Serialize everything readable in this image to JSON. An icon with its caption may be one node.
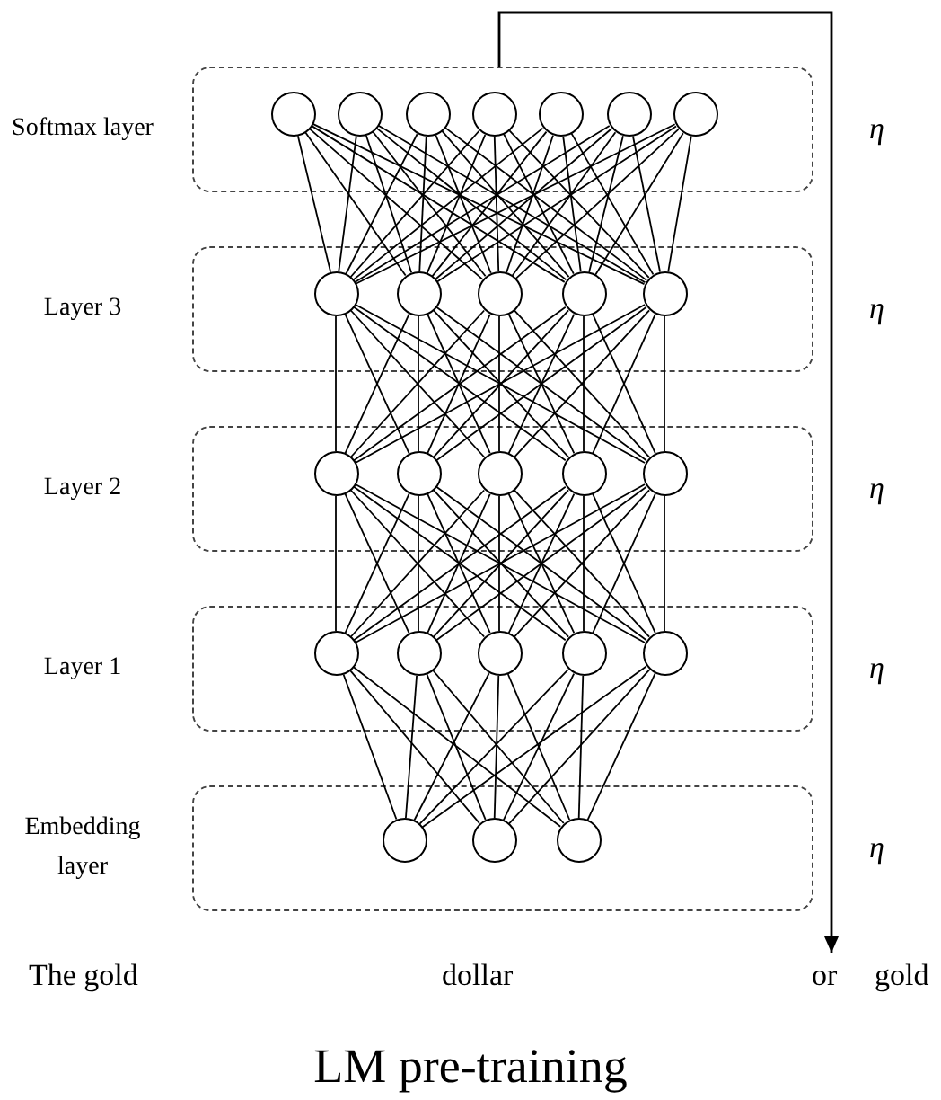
{
  "diagram": {
    "caption": "LM pre-training",
    "nodes": [
      {
        "text": [
          "Softmax layer"
        ],
        "beside": [
          "η"
        ]
      },
      {
        "text": [],
        "shape": "circle",
        "in": 0
      },
      {
        "text": [],
        "shape": "circle",
        "in": 0
      },
      {
        "text": [],
        "shape": "circle",
        "in": 0
      },
      {
        "text": [],
        "shape": "circle",
        "in": 0
      },
      {
        "text": [],
        "shape": "circle",
        "in": 0
      },
      {
        "text": [],
        "shape": "circle",
        "in": 0
      },
      {
        "text": [],
        "shape": "circle",
        "in": 0
      },
      {
        "text": [
          "Layer 3"
        ],
        "beside": [
          "η"
        ]
      },
      {
        "text": [],
        "shape": "circle",
        "in": 8
      },
      {
        "text": [],
        "shape": "circle",
        "in": 8
      },
      {
        "text": [],
        "shape": "circle",
        "in": 8
      },
      {
        "text": [],
        "shape": "circle",
        "in": 8
      },
      {
        "text": [],
        "shape": "circle",
        "in": 8
      },
      {
        "text": [
          "Layer 2"
        ],
        "beside": [
          "η"
        ]
      },
      {
        "text": [],
        "shape": "circle",
        "in": 14
      },
      {
        "text": [],
        "shape": "circle",
        "in": 14
      },
      {
        "text": [],
        "shape": "circle",
        "in": 14
      },
      {
        "text": [],
        "shape": "circle",
        "in": 14
      },
      {
        "text": [],
        "shape": "circle",
        "in": 14
      },
      {
        "text": [
          "Layer 1"
        ],
        "beside": [
          "η"
        ]
      },
      {
        "text": [],
        "shape": "circle",
        "in": 20
      },
      {
        "text": [],
        "shape": "circle",
        "in": 20
      },
      {
        "text": [],
        "shape": "circle",
        "in": 20
      },
      {
        "text": [],
        "shape": "circle",
        "in": 20
      },
      {
        "text": [],
        "shape": "circle",
        "in": 20
      },
      {
        "text": [
          "Embedding layer"
        ],
        "beside": [
          "η"
        ]
      },
      {
        "text": [],
        "shape": "circle",
        "in": 26
      },
      {
        "text": [],
        "shape": "circle",
        "in": 26
      },
      {
        "text": [],
        "shape": "circle",
        "in": 26
      },
      {
        "text": [
          "or"
        ]
      }
    ],
    "edges": [
      {
        "from": 27,
        "to": 21,
        "arrow": "none"
      },
      {
        "from": 27,
        "to": 22,
        "arrow": "none"
      },
      {
        "from": 27,
        "to": 23,
        "arrow": "none"
      },
      {
        "from": 27,
        "to": 24,
        "arrow": "none"
      },
      {
        "from": 27,
        "to": 25,
        "arrow": "none"
      },
      {
        "from": 28,
        "to": 21,
        "arrow": "none"
      },
      {
        "from": 28,
        "to": 22,
        "arrow": "none"
      },
      {
        "from": 28,
        "to": 23,
        "arrow": "none"
      },
      {
        "from": 28,
        "to": 24,
        "arrow": "none"
      },
      {
        "from": 28,
        "to": 25,
        "arrow": "none"
      },
      {
        "from": 29,
        "to": 21,
        "arrow": "none"
      },
      {
        "from": 29,
        "to": 22,
        "arrow": "none"
      },
      {
        "from": 29,
        "to": 23,
        "arrow": "none"
      },
      {
        "from": 29,
        "to": 24,
        "arrow": "none"
      },
      {
        "from": 29,
        "to": 25,
        "arrow": "none"
      },
      {
        "from": 21,
        "to": 15,
        "arrow": "none"
      },
      {
        "from": 21,
        "to": 16,
        "arrow": "none"
      },
      {
        "from": 21,
        "to": 17,
        "arrow": "none"
      },
      {
        "from": 21,
        "to": 18,
        "arrow": "none"
      },
      {
        "from": 21,
        "to": 19,
        "arrow": "none"
      },
      {
        "from": 22,
        "to": 15,
        "arrow": "none"
      },
      {
        "from": 22,
        "to": 16,
        "arrow": "none"
      },
      {
        "from": 22,
        "to": 17,
        "arrow": "none"
      },
      {
        "from": 22,
        "to": 18,
        "arrow": "none"
      },
      {
        "from": 22,
        "to": 19,
        "arrow": "none"
      },
      {
        "from": 23,
        "to": 15,
        "arrow": "none"
      },
      {
        "from": 23,
        "to": 16,
        "arrow": "none"
      },
      {
        "from": 23,
        "to": 17,
        "arrow": "none"
      },
      {
        "from": 23,
        "to": 18,
        "arrow": "none"
      },
      {
        "from": 23,
        "to": 19,
        "arrow": "none"
      },
      {
        "from": 24,
        "to": 15,
        "arrow": "none"
      },
      {
        "from": 24,
        "to": 16,
        "arrow": "none"
      },
      {
        "from": 24,
        "to": 17,
        "arrow": "none"
      },
      {
        "from": 24,
        "to": 18,
        "arrow": "none"
      },
      {
        "from": 24,
        "to": 19,
        "arrow": "none"
      },
      {
        "from": 25,
        "to": 15,
        "arrow": "none"
      },
      {
        "from": 25,
        "to": 16,
        "arrow": "none"
      },
      {
        "from": 25,
        "to": 17,
        "arrow": "none"
      },
      {
        "from": 25,
        "to": 18,
        "arrow": "none"
      },
      {
        "from": 25,
        "to": 19,
        "arrow": "none"
      },
      {
        "from": 15,
        "to": 9,
        "arrow": "none"
      },
      {
        "from": 15,
        "to": 10,
        "arrow": "none"
      },
      {
        "from": 15,
        "to": 11,
        "arrow": "none"
      },
      {
        "from": 15,
        "to": 12,
        "arrow": "none"
      },
      {
        "from": 15,
        "to": 13,
        "arrow": "none"
      },
      {
        "from": 16,
        "to": 9,
        "arrow": "none"
      },
      {
        "from": 16,
        "to": 10,
        "arrow": "none"
      },
      {
        "from": 16,
        "to": 11,
        "arrow": "none"
      },
      {
        "from": 16,
        "to": 12,
        "arrow": "none"
      },
      {
        "from": 16,
        "to": 13,
        "arrow": "none"
      },
      {
        "from": 17,
        "to": 9,
        "arrow": "none"
      },
      {
        "from": 17,
        "to": 10,
        "arrow": "none"
      },
      {
        "from": 17,
        "to": 11,
        "arrow": "none"
      },
      {
        "from": 17,
        "to": 12,
        "arrow": "none"
      },
      {
        "from": 17,
        "to": 13,
        "arrow": "none"
      },
      {
        "from": 18,
        "to": 9,
        "arrow": "none"
      },
      {
        "from": 18,
        "to": 10,
        "arrow": "none"
      },
      {
        "from": 18,
        "to": 11,
        "arrow": "none"
      },
      {
        "from": 18,
        "to": 12,
        "arrow": "none"
      },
      {
        "from": 18,
        "to": 13,
        "arrow": "none"
      },
      {
        "from": 19,
        "to": 9,
        "arrow": "none"
      },
      {
        "from": 19,
        "to": 10,
        "arrow": "none"
      },
      {
        "from": 19,
        "to": 11,
        "arrow": "none"
      },
      {
        "from": 19,
        "to": 12,
        "arrow": "none"
      },
      {
        "from": 19,
        "to": 13,
        "arrow": "none"
      },
      {
        "from": 9,
        "to": 1,
        "arrow": "none"
      },
      {
        "from": 9,
        "to": 2,
        "arrow": "none"
      },
      {
        "from": 9,
        "to": 3,
        "arrow": "none"
      },
      {
        "from": 9,
        "to": 4,
        "arrow": "none"
      },
      {
        "from": 9,
        "to": 5,
        "arrow": "none"
      },
      {
        "from": 9,
        "to": 6,
        "arrow": "none"
      },
      {
        "from": 9,
        "to": 7,
        "arrow": "none"
      },
      {
        "from": 10,
        "to": 1,
        "arrow": "none"
      },
      {
        "from": 10,
        "to": 2,
        "arrow": "none"
      },
      {
        "from": 10,
        "to": 3,
        "arrow": "none"
      },
      {
        "from": 10,
        "to": 4,
        "arrow": "none"
      },
      {
        "from": 10,
        "to": 5,
        "arrow": "none"
      },
      {
        "from": 10,
        "to": 6,
        "arrow": "none"
      },
      {
        "from": 10,
        "to": 7,
        "arrow": "none"
      },
      {
        "from": 11,
        "to": 1,
        "arrow": "none"
      },
      {
        "from": 11,
        "to": 2,
        "arrow": "none"
      },
      {
        "from": 11,
        "to": 3,
        "arrow": "none"
      },
      {
        "from": 11,
        "to": 4,
        "arrow": "none"
      },
      {
        "from": 11,
        "to": 5,
        "arrow": "none"
      },
      {
        "from": 11,
        "to": 6,
        "arrow": "none"
      },
      {
        "from": 11,
        "to": 7,
        "arrow": "none"
      },
      {
        "from": 12,
        "to": 1,
        "arrow": "none"
      },
      {
        "from": 12,
        "to": 2,
        "arrow": "none"
      },
      {
        "from": 12,
        "to": 3,
        "arrow": "none"
      },
      {
        "from": 12,
        "to": 4,
        "arrow": "none"
      },
      {
        "from": 12,
        "to": 5,
        "arrow": "none"
      },
      {
        "from": 12,
        "to": 6,
        "arrow": "none"
      },
      {
        "from": 12,
        "to": 7,
        "arrow": "none"
      },
      {
        "from": 13,
        "to": 1,
        "arrow": "none"
      },
      {
        "from": 13,
        "to": 2,
        "arrow": "none"
      },
      {
        "from": 13,
        "to": 3,
        "arrow": "none"
      },
      {
        "from": 13,
        "to": 4,
        "arrow": "none"
      },
      {
        "from": 13,
        "to": 5,
        "arrow": "none"
      },
      {
        "from": 13,
        "to": 6,
        "arrow": "none"
      },
      {
        "from": 13,
        "to": 7,
        "arrow": "none"
      },
      {
        "from": 0,
        "to": 30,
        "arrow": "to"
      }
    ],
    "labels": [
      "The gold",
      "dollar",
      "gold"
    ]
  }
}
